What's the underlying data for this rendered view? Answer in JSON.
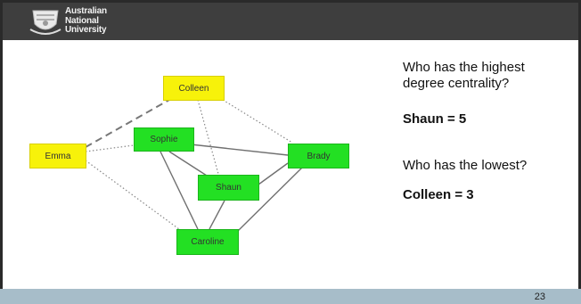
{
  "header": {
    "logo_lines": [
      "Australian",
      "National",
      "University"
    ],
    "logo_icon": "anu-crest-icon"
  },
  "network": {
    "nodes": {
      "colleen": {
        "label": "Colleen",
        "color": "#f7f20a"
      },
      "emma": {
        "label": "Emma",
        "color": "#f7f20a"
      },
      "sophie": {
        "label": "Sophie",
        "color": "#23e023"
      },
      "brady": {
        "label": "Brady",
        "color": "#23e023"
      },
      "shaun": {
        "label": "Shaun",
        "color": "#23e023"
      },
      "caroline": {
        "label": "Caroline",
        "color": "#23e023"
      }
    },
    "edges": [
      {
        "from": "Emma",
        "to": "Colleen",
        "style": "dashed"
      },
      {
        "from": "Emma",
        "to": "Sophie",
        "style": "dotted"
      },
      {
        "from": "Emma",
        "to": "Caroline",
        "style": "dotted"
      },
      {
        "from": "Colleen",
        "to": "Shaun",
        "style": "dotted"
      },
      {
        "from": "Colleen",
        "to": "Brady",
        "style": "dotted"
      },
      {
        "from": "Sophie",
        "to": "Brady",
        "style": "solid"
      },
      {
        "from": "Sophie",
        "to": "Shaun",
        "style": "solid"
      },
      {
        "from": "Sophie",
        "to": "Caroline",
        "style": "solid"
      },
      {
        "from": "Shaun",
        "to": "Brady",
        "style": "solid"
      },
      {
        "from": "Shaun",
        "to": "Caroline",
        "style": "solid"
      },
      {
        "from": "Brady",
        "to": "Caroline",
        "style": "solid"
      }
    ]
  },
  "qa": {
    "q1": "Who has the highest degree centrality?",
    "a1": "Shaun = 5",
    "q2": "Who has the lowest?",
    "a2": "Colleen = 3"
  },
  "footer": {
    "page_number": "23",
    "color": "#a7bdc9"
  }
}
